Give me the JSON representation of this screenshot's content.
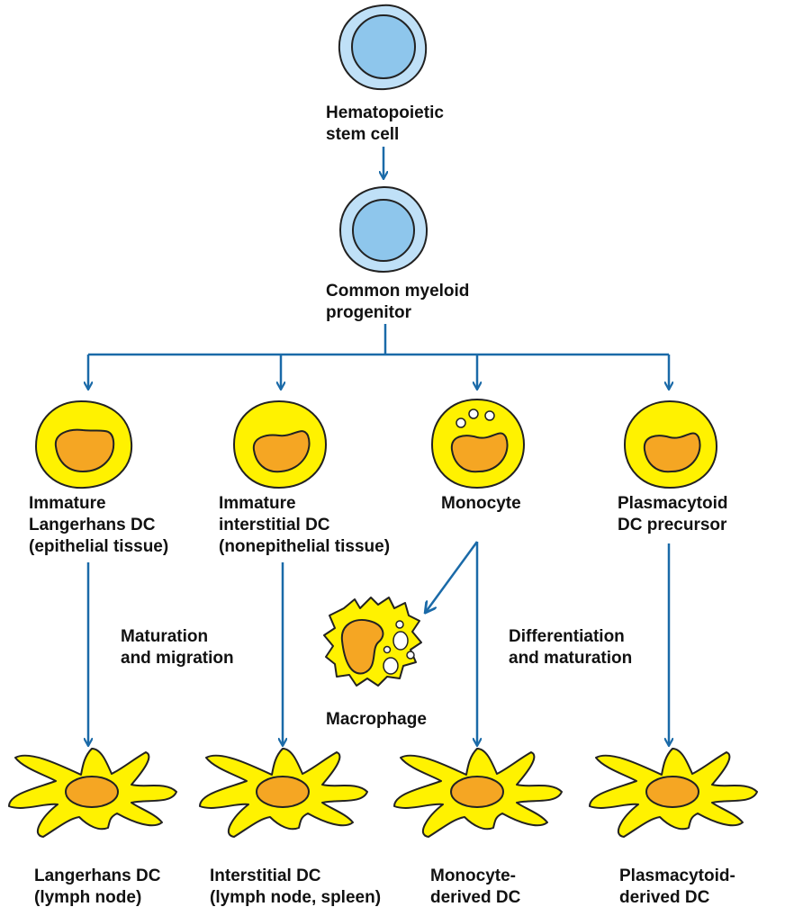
{
  "colors": {
    "arrow": "#1a6aa8",
    "stem_fill": "#bfe0f7",
    "stem_nucleus": "#8ec6ec",
    "cell_fill": "#fff200",
    "nucleus_fill": "#f5a623",
    "outline": "#222222"
  },
  "labels": {
    "hsc": [
      "Hematopoietic",
      "stem cell"
    ],
    "cmp": [
      "Common myeloid",
      "progenitor"
    ],
    "imm_langerhans": [
      "Immature",
      "Langerhans DC",
      "(epithelial tissue)"
    ],
    "imm_interstitial": [
      "Immature",
      "interstitial DC",
      "(nonepithelial tissue)"
    ],
    "monocyte": [
      "Monocyte"
    ],
    "plasmacytoid_precursor": [
      "Plasmacytoid",
      "DC precursor"
    ],
    "maturation": [
      "Maturation",
      "and migration"
    ],
    "differentiation": [
      "Differentiation",
      "and maturation"
    ],
    "macrophage": [
      "Macrophage"
    ],
    "langerhans_dc": [
      "Langerhans DC",
      "(lymph node)"
    ],
    "interstitial_dc": [
      "Interstitial DC",
      "(lymph node, spleen)"
    ],
    "monocyte_dc": [
      "Monocyte-",
      "derived DC"
    ],
    "plasmacytoid_dc": [
      "Plasmacytoid-",
      "derived DC"
    ]
  }
}
